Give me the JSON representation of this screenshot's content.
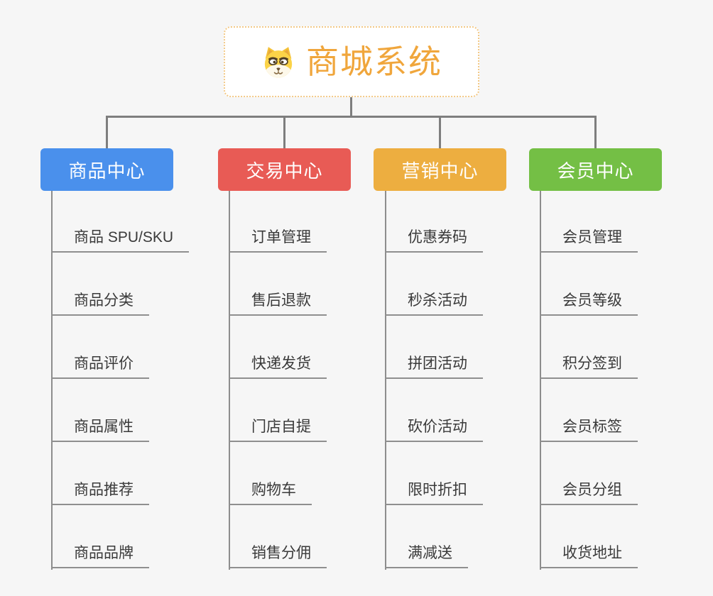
{
  "palette": {
    "canvas_bg": "#f6f6f6",
    "root_text": "#f0a63c",
    "root_border": "#f3c987",
    "connector_gray": "#7e7e7e",
    "underline_gray": "#8f8f8f"
  },
  "root": {
    "title": "商城系统",
    "icon": "dog-face-icon"
  },
  "branches": [
    {
      "label": "商品中心",
      "color": "#4a90ec",
      "children": [
        "商品 SPU/SKU",
        "商品分类",
        "商品评价",
        "商品属性",
        "商品推荐",
        "商品品牌"
      ]
    },
    {
      "label": "交易中心",
      "color": "#e85b55",
      "children": [
        "订单管理",
        "售后退款",
        "快递发货",
        "门店自提",
        "购物车",
        "销售分佣"
      ]
    },
    {
      "label": "营销中心",
      "color": "#edae40",
      "children": [
        "优惠券码",
        "秒杀活动",
        "拼团活动",
        "砍价活动",
        "限时折扣",
        "满减送"
      ]
    },
    {
      "label": "会员中心",
      "color": "#74bf45",
      "children": [
        "会员管理",
        "会员等级",
        "积分签到",
        "会员标签",
        "会员分组",
        "收货地址"
      ]
    }
  ]
}
